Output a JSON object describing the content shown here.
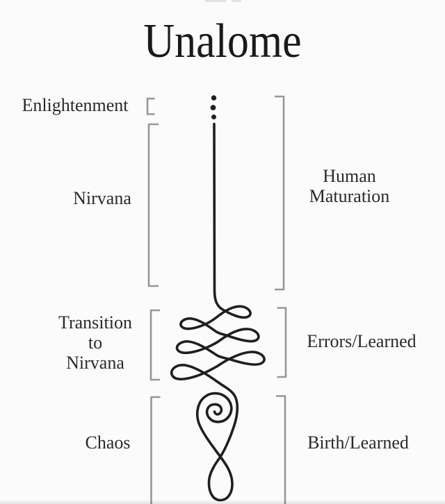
{
  "title": "Unalome",
  "labels": {
    "enlightenment": "Enlightenment",
    "nirvana": "Nirvana",
    "transition_line1": "Transition",
    "transition_line2": "to",
    "transition_line3": "Nirvana",
    "chaos": "Chaos",
    "human_line1": "Human",
    "human_line2": "Maturation",
    "errors_learned": "Errors/Learned",
    "birth_learned": "Birth/Learned"
  },
  "figure": {
    "symbol": "unalome",
    "parts": [
      "three-dots",
      "straight-stem",
      "looping-knots",
      "spiral-heart",
      "teardrop-loop"
    ]
  },
  "colors": {
    "ink": "#1f1f1f",
    "text": "#2a2a2a",
    "bracket": "#979797",
    "background": "#fbfbfb"
  }
}
